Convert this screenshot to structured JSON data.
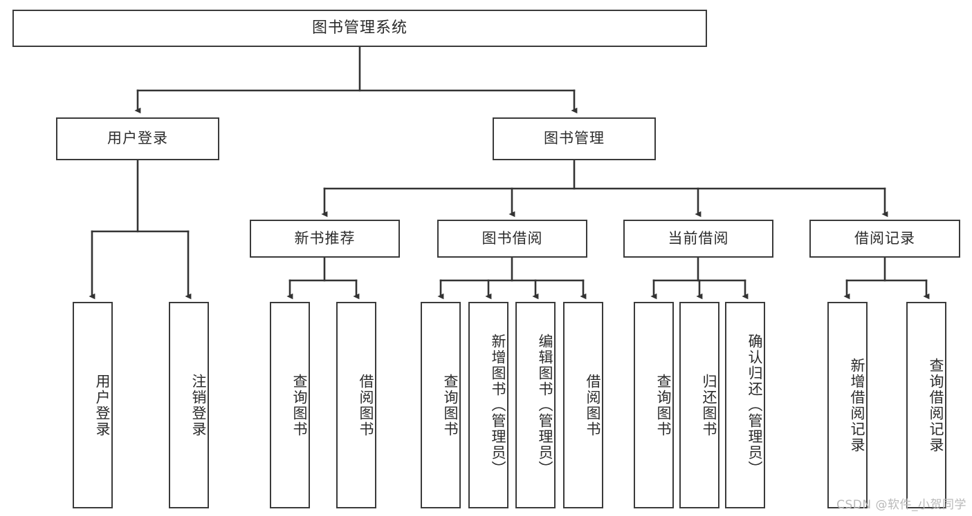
{
  "diagram": {
    "title": "图书管理系统",
    "type": "hierarchy-block-diagram",
    "root": {
      "label": "图书管理系统"
    },
    "level2": [
      {
        "label": "用户登录"
      },
      {
        "label": "图书管理"
      }
    ],
    "level3": [
      {
        "label": "新书推荐"
      },
      {
        "label": "图书借阅"
      },
      {
        "label": "当前借阅"
      },
      {
        "label": "借阅记录"
      }
    ],
    "leaves": {
      "user_login": [
        {
          "label": "用户登录"
        },
        {
          "label": "注销登录"
        }
      ],
      "new_book_recommend": [
        {
          "label": "查询图书"
        },
        {
          "label": "借阅图书"
        }
      ],
      "book_borrow": [
        {
          "label": "查询图书"
        },
        {
          "label": "新增图书（管理员）"
        },
        {
          "label": "编辑图书（管理员）"
        },
        {
          "label": "借阅图书"
        }
      ],
      "current_borrow": [
        {
          "label": "查询图书"
        },
        {
          "label": "归还图书"
        },
        {
          "label": "确认归还（管理员）"
        }
      ],
      "borrow_record": [
        {
          "label": "新增借阅记录"
        },
        {
          "label": "查询借阅记录"
        }
      ]
    }
  },
  "watermark": {
    "text": "CSDN @软件_小贺同学"
  },
  "colors": {
    "background": "#ffffff",
    "border": "#3a3a3a",
    "line": "#333333",
    "text": "#2b2b2b",
    "watermark": "#b9b9b9"
  }
}
